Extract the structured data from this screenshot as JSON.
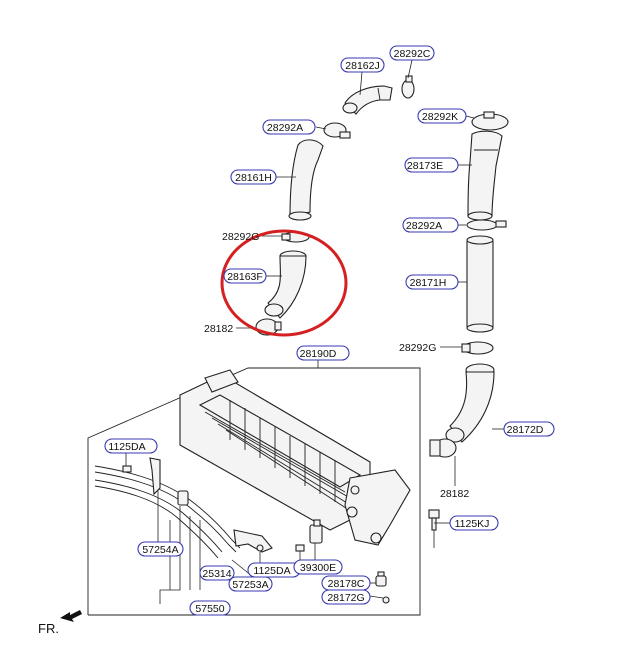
{
  "labels": {
    "l_28162J": "28162J",
    "l_28292C": "28292C",
    "l_28292A_top": "28292A",
    "l_28292K": "28292K",
    "l_28173E": "28173E",
    "l_28161H": "28161H",
    "l_28292G_left": "28292G",
    "l_28292A_right": "28292A",
    "l_28163F": "28163F",
    "l_28171H": "28171H",
    "l_28182_left": "28182",
    "l_28190D": "28190D",
    "l_28292G_right": "28292G",
    "l_28172D": "28172D",
    "l_1125DA_top": "1125DA",
    "l_28182_right": "28182",
    "l_1125KJ": "1125KJ",
    "l_57254A": "57254A",
    "l_25314": "25314",
    "l_1125DA_bot": "1125DA",
    "l_39300E": "39300E",
    "l_57253A": "57253A",
    "l_28178C": "28178C",
    "l_28172G": "28172G",
    "l_57550": "57550"
  },
  "orientation": {
    "text": "FR."
  },
  "highlight": {
    "color": "#d42020",
    "target": "28163F"
  },
  "colors": {
    "label_border": "#3a3ab0",
    "line": "#222222"
  }
}
